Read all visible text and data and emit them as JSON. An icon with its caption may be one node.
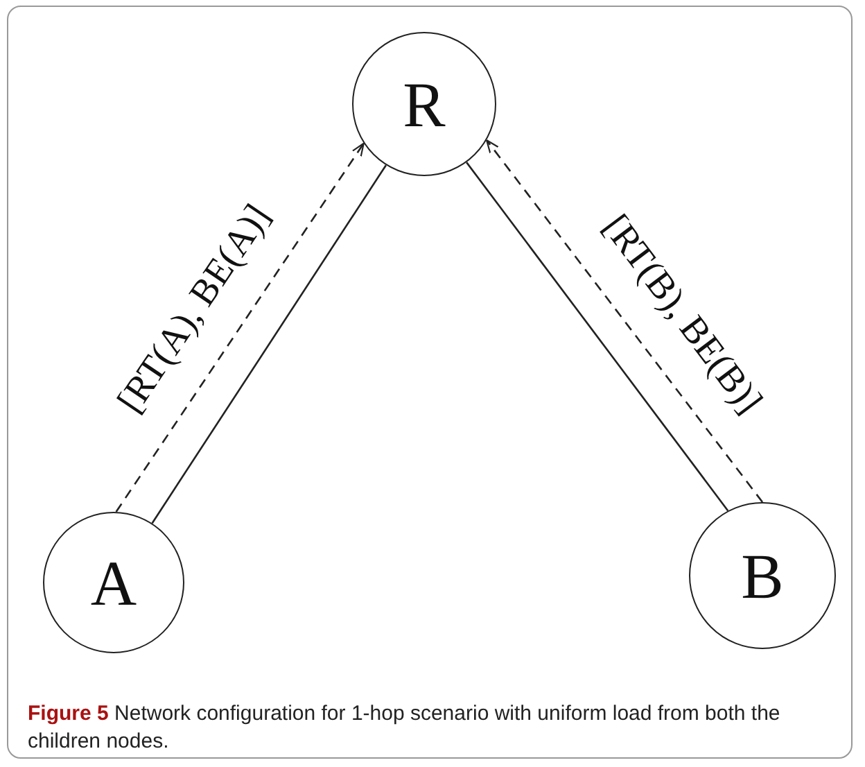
{
  "diagram": {
    "caption": "**Figure 5** Network configuration for 1-hop scenario with uniform load from both the children nodes.",
    "nodes": [
      {
        "text": [
          "R"
        ]
      },
      {
        "text": [
          "A"
        ]
      },
      {
        "text": [
          "B"
        ]
      }
    ],
    "edges": [
      {
        "from": 1,
        "to": 0,
        "arrow": "none"
      },
      {
        "from": 1,
        "to": 0,
        "arrow": "to",
        "style": "dashed",
        "label": "[RT(A), BE(A)]"
      },
      {
        "from": 0,
        "to": 2,
        "arrow": "none"
      },
      {
        "from": 2,
        "to": 0,
        "arrow": "to",
        "style": "dashed",
        "label": "[RT(B), BE(B)]"
      }
    ]
  }
}
